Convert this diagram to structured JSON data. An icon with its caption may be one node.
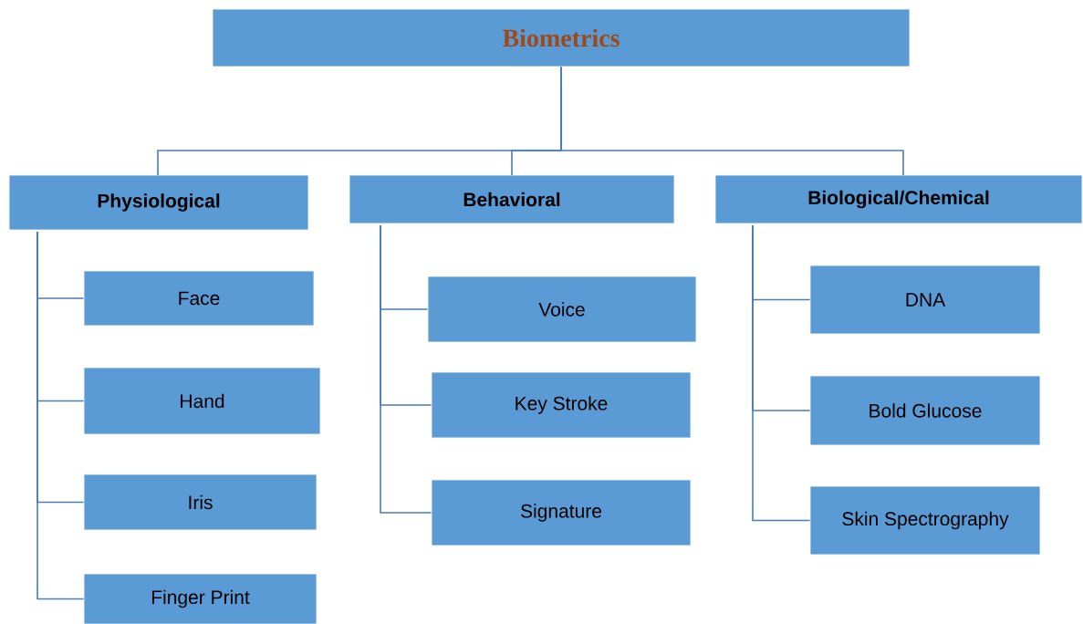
{
  "diagram": {
    "nodes": [
      {
        "text": [
          "Biometrics"
        ]
      },
      {
        "text": [
          "Physiological"
        ]
      },
      {
        "text": [
          "Behavioral"
        ]
      },
      {
        "text": [
          "Biological/Chemical"
        ]
      },
      {
        "text": [
          "Face"
        ]
      },
      {
        "text": [
          "Hand"
        ]
      },
      {
        "text": [
          "Iris"
        ]
      },
      {
        "text": [
          "Finger Print"
        ]
      },
      {
        "text": [
          "Voice"
        ]
      },
      {
        "text": [
          "Key Stroke"
        ]
      },
      {
        "text": [
          "Signature"
        ]
      },
      {
        "text": [
          "DNA"
        ]
      },
      {
        "text": [
          "Bold Glucose"
        ]
      },
      {
        "text": [
          "Skin Spectrography"
        ]
      }
    ],
    "edges": [
      {
        "from": 0,
        "to": 1,
        "arrow": "none"
      },
      {
        "from": 0,
        "to": 2,
        "arrow": "none"
      },
      {
        "from": 0,
        "to": 3,
        "arrow": "none"
      },
      {
        "from": 1,
        "to": 4,
        "arrow": "none"
      },
      {
        "from": 1,
        "to": 5,
        "arrow": "none"
      },
      {
        "from": 1,
        "to": 6,
        "arrow": "none"
      },
      {
        "from": 1,
        "to": 7,
        "arrow": "none"
      },
      {
        "from": 2,
        "to": 8,
        "arrow": "none"
      },
      {
        "from": 2,
        "to": 9,
        "arrow": "none"
      },
      {
        "from": 2,
        "to": 10,
        "arrow": "none"
      },
      {
        "from": 3,
        "to": 11,
        "arrow": "none"
      },
      {
        "from": 3,
        "to": 12,
        "arrow": "none"
      },
      {
        "from": 3,
        "to": 13,
        "arrow": "none"
      }
    ]
  }
}
